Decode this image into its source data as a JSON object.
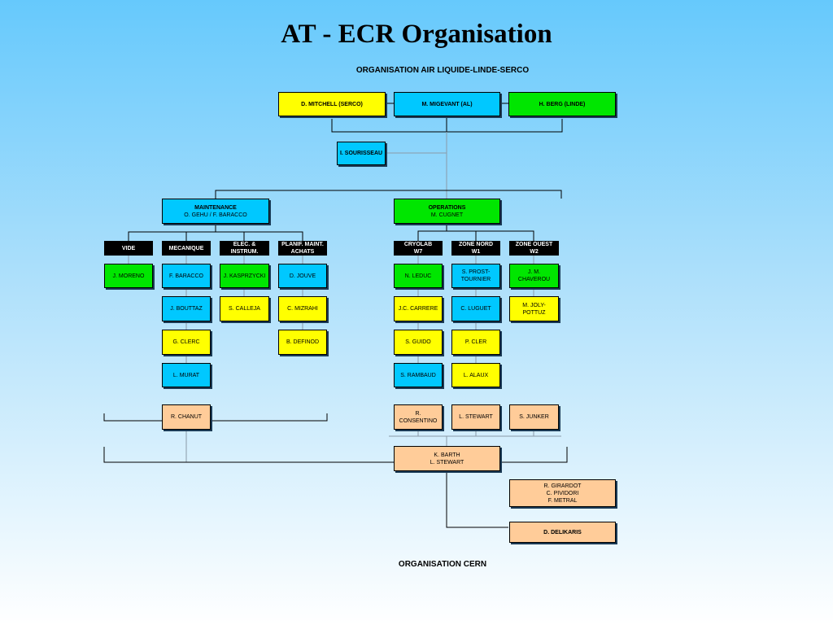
{
  "title": "AT - ECR Organisation",
  "subtitle": "ORGANISATION AIR LIQUIDE-LINDE-SERCO",
  "footer": "ORGANISATION CERN",
  "colors": {
    "yellow": "#ffff00",
    "cyan": "#00c8ff",
    "green": "#00e600",
    "peach": "#ffcc99",
    "header": "#000000"
  },
  "top": {
    "mitchell": "D. MITCHELL (SERCO)",
    "migevant": "M. MIGEVANT (AL)",
    "berg": "H. BERG (LINDE)",
    "sourisseau": "I. SOURISSEAU"
  },
  "maintenance": {
    "title": "MAINTENANCE",
    "names": "O. GEHU / F. BARACCO",
    "columns": {
      "vide": {
        "header": "VIDE",
        "members": [
          "J. MORENO"
        ]
      },
      "mecanique": {
        "header": "MECANIQUE",
        "members": [
          "F. BARACCO",
          "J. BOUTTAZ",
          "G. CLERC",
          "L. MURAT"
        ]
      },
      "elec": {
        "header_1": "ELEC. &",
        "header_2": "INSTRUM.",
        "members": [
          "J. KASPRZYCKI",
          "S. CALLEJA"
        ]
      },
      "planif": {
        "header_1": "PLANIF. MAINT.",
        "header_2": "ACHATS",
        "members": [
          "D. JOUVE",
          "C. MIZRAHI",
          "B. DEFINOD"
        ]
      }
    }
  },
  "operations": {
    "title": "OPERATIONS",
    "names": "M. CUGNET",
    "columns": {
      "cryolab": {
        "header_1": "CRYOLAB",
        "header_2": "W7",
        "members": [
          "N. LEDUC",
          "J.C. CARRERE",
          "S. GUIDO",
          "S. RAMBAUD"
        ]
      },
      "nord": {
        "header_1": "ZONE NORD",
        "header_2": "W1",
        "first_1": "S. PROST-",
        "first_2": "TOURNIER",
        "members": [
          "C. LUGUET",
          "P. CLER",
          "L. ALAUX"
        ]
      },
      "ouest": {
        "header_1": "ZONE OUEST",
        "header_2": "W2",
        "members": [
          "J. M. CHAVEROU",
          "M. JOLY-POTTUZ"
        ]
      }
    }
  },
  "cern": {
    "chanut": "R. CHANUT",
    "consentino": "R. CONSENTINO",
    "stewart": "L. STEWART",
    "junker": "S. JUNKER",
    "barth_1": "K. BARTH",
    "barth_2": "L. STEWART",
    "trio": [
      "R. GIRARDOT",
      "C. PIVIDORI",
      "F. METRAL"
    ],
    "delikaris": "D. DELIKARIS"
  }
}
